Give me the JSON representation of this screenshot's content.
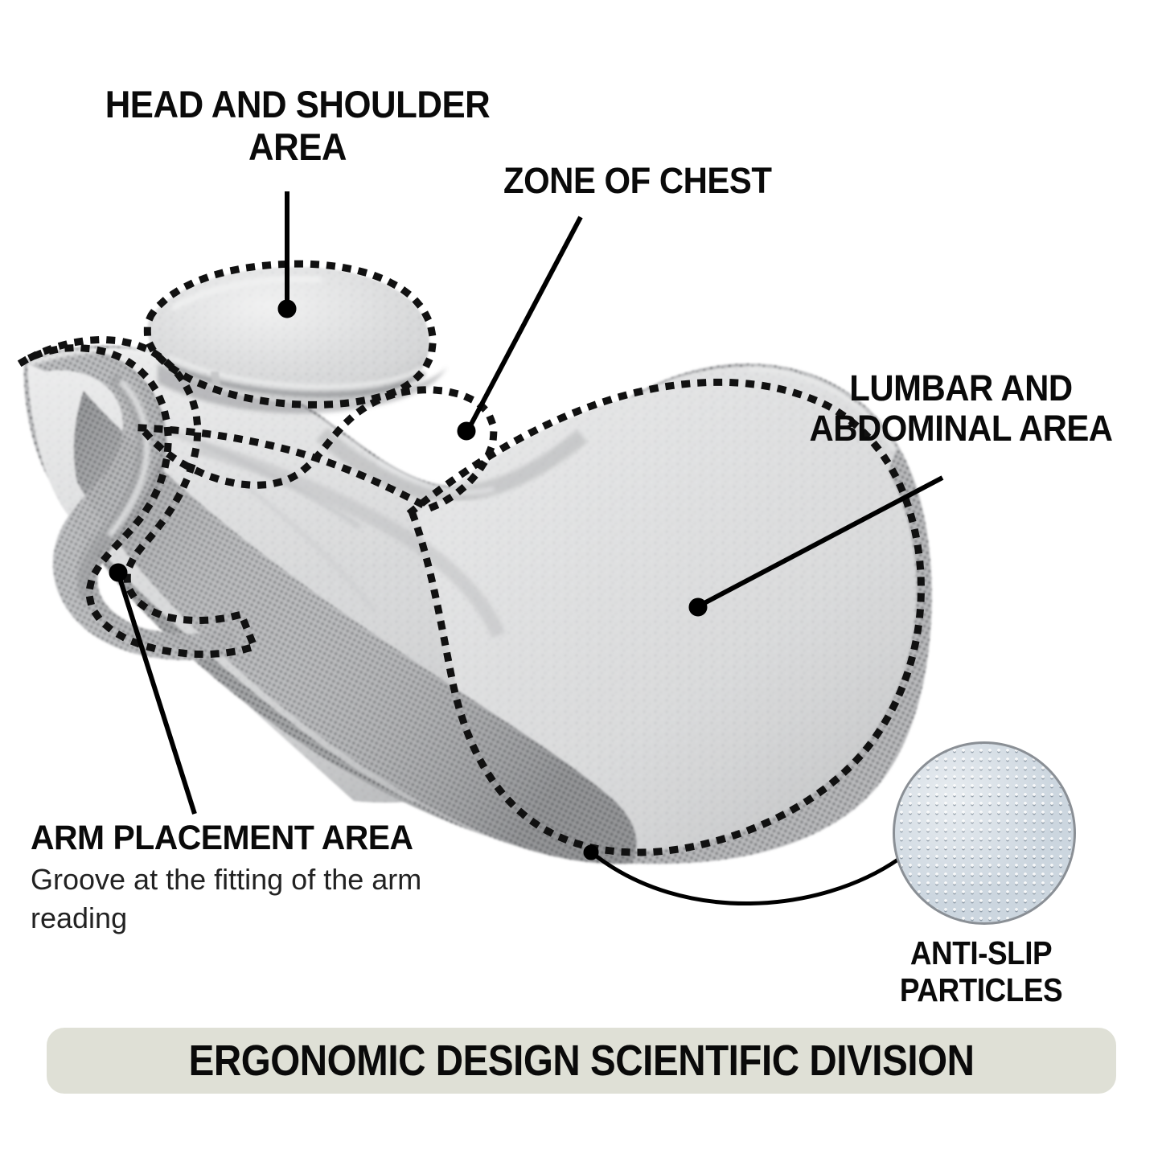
{
  "image": {
    "type": "product-infographic",
    "subject": "ergonomic multifunction body support pillow",
    "background_color": "#ffffff"
  },
  "callouts": [
    {
      "id": "head-shoulder",
      "label": "HEAD AND SHOULDER\nAREA",
      "leader": "straight-vertical",
      "dot_color": "#000000"
    },
    {
      "id": "zone-of-chest",
      "label": "ZONE OF CHEST",
      "leader": "straight-diagonal",
      "dot_color": "#000000"
    },
    {
      "id": "lumbar-abdominal",
      "label": "LUMBAR AND\nABDOMINAL AREA",
      "leader": "straight-diagonal",
      "dot_color": "#000000"
    },
    {
      "id": "arm-placement",
      "label": "ARM PLACEMENT AREA",
      "sublabel": "Groove at the fitting of the arm reading",
      "leader": "straight-diagonal",
      "dot_color": "#000000"
    },
    {
      "id": "anti-slip",
      "label": "ANTI-SLIP PARTICLES",
      "leader": "curved",
      "dot_color": "#000000"
    }
  ],
  "labels": {
    "head_shoulder": "HEAD AND SHOULDER\nAREA",
    "zone_of_chest": "ZONE OF CHEST",
    "lumbar_abdominal": "LUMBAR AND\nABDOMINAL AREA",
    "arm_placement": "ARM PLACEMENT AREA",
    "arm_placement_sub": "Groove at the fitting of the arm reading",
    "anti_slip": "ANTI-SLIP PARTICLES"
  },
  "banner": {
    "text": "ERGONOMIC DESIGN SCIENTIFIC DIVISION",
    "background_color": "#dfe0d6",
    "text_color": "#0a0a0a"
  },
  "colors": {
    "fabric_light_gray": "#d4d5d6",
    "fabric_mid_gray": "#b7b8ba",
    "mesh_gray": "#a9aaac",
    "outline_black": "#111111",
    "antislip_blue_gray": "#ccd6df",
    "antislip_border": "#8a8f95",
    "banner_beige": "#dfe0d6"
  },
  "inset": {
    "name": "anti-slip-particles-closeup",
    "shape": "circle",
    "fill": "#ccd6df",
    "texture": "grid of raised bumps"
  }
}
